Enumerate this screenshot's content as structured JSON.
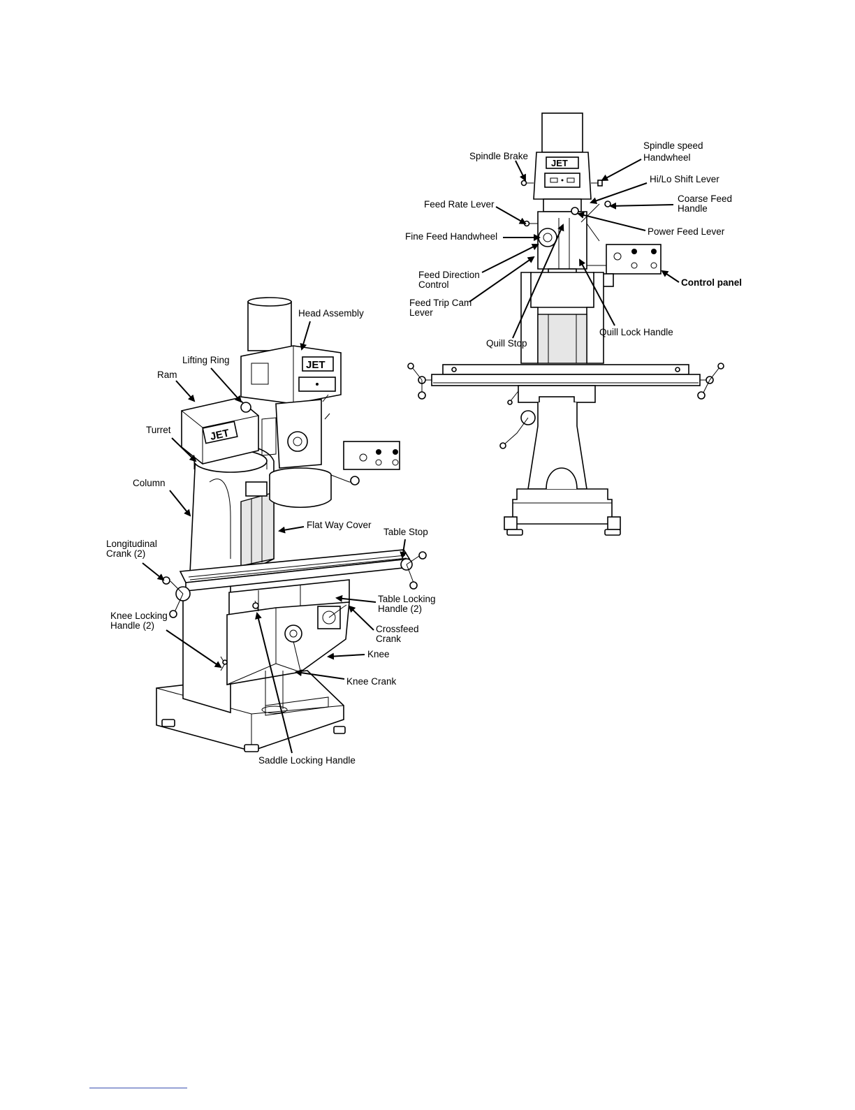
{
  "colors": {
    "ink": "#000000",
    "background": "#ffffff",
    "footer_rule": "#3a4fb0"
  },
  "side_view": {
    "brand": "JET",
    "labels": {
      "head_assembly": "Head Assembly",
      "lifting_ring": "Lifting Ring",
      "ram": "Ram",
      "turret": "Turret",
      "column": "Column",
      "flat_way_cover": "Flat Way Cover",
      "table_stop": "Table Stop",
      "longitudinal_crank_1": "Longitudinal",
      "longitudinal_crank_2": "Crank (2)",
      "table_locking_1": "Table Locking",
      "table_locking_2": "Handle (2)",
      "knee_locking_1": "Knee Locking",
      "knee_locking_2": "Handle (2)",
      "crossfeed_1": "Crossfeed",
      "crossfeed_2": "Crank",
      "knee": "Knee",
      "knee_crank": "Knee Crank",
      "saddle_locking": "Saddle Locking Handle"
    }
  },
  "front_view": {
    "brand": "JET",
    "labels": {
      "spindle_brake": "Spindle Brake",
      "spindle_speed_1": "Spindle speed",
      "spindle_speed_2": "Handwheel",
      "hilo_shift": "Hi/Lo Shift Lever",
      "feed_rate": "Feed Rate Lever",
      "coarse_feed_1": "Coarse Feed",
      "coarse_feed_2": "Handle",
      "power_feed": "Power Feed Lever",
      "fine_feed": "Fine Feed Handwheel",
      "feed_direction_1": "Feed Direction",
      "feed_direction_2": "Control",
      "control_panel": "Control panel",
      "feed_trip_1": "Feed Trip Cam",
      "feed_trip_2": "Lever",
      "quill_lock": "Quill Lock Handle",
      "quill_stop": "Quill Stop"
    }
  }
}
